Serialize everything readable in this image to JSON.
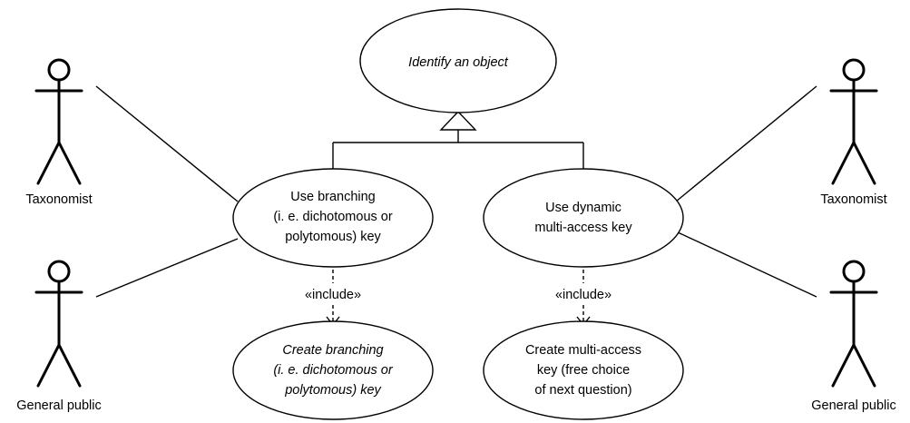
{
  "use_cases": {
    "identify": {
      "line1": "Identify an object"
    },
    "branching": {
      "line1": "Use branching",
      "line2": "(i. e. dichotomous or",
      "line3": "polytomous) key"
    },
    "dynamic": {
      "line1": "Use dynamic",
      "line2": "multi-access key"
    },
    "create_branching": {
      "line1": "Create branching",
      "line2": "(i. e. dichotomous or",
      "line3": "polytomous) key"
    },
    "create_multi": {
      "line1": "Create multi-access",
      "line2": "key (free choice",
      "line3": "of next question)"
    }
  },
  "relations": {
    "include_left": "«include»",
    "include_right": "«include»"
  },
  "actors": {
    "left_top": "Taxonomist",
    "left_bottom": "General public",
    "right_top": "Taxonomist",
    "right_bottom": "General public"
  }
}
